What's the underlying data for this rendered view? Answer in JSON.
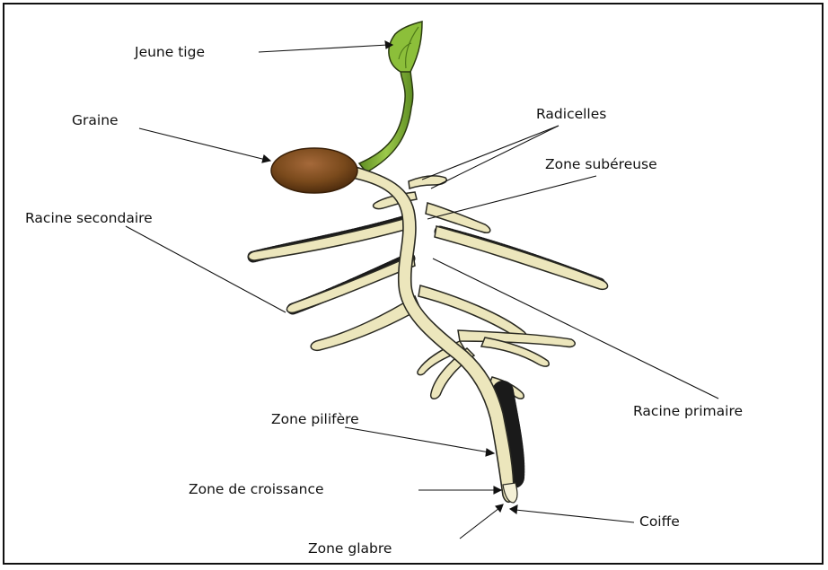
{
  "labels": {
    "jeune_tige": "Jeune tige",
    "graine": "Graine",
    "radicelles": "Radicelles",
    "zone_subereuse": "Zone subéreuse",
    "racine_secondaire": "Racine secondaire",
    "racine_primaire": "Racine primaire",
    "zone_pilifere": "Zone pilifère",
    "zone_de_croissance": "Zone de croissance",
    "coiffe": "Coiffe",
    "zone_glabre": "Zone glabre"
  },
  "colors": {
    "root_fill": "#ece6bc",
    "root_outline": "#2a2a22",
    "seed": "#7a4a1c",
    "stem": "#7fae32",
    "leaf": "#8cbf3a",
    "hair": "#1a1a1a"
  }
}
